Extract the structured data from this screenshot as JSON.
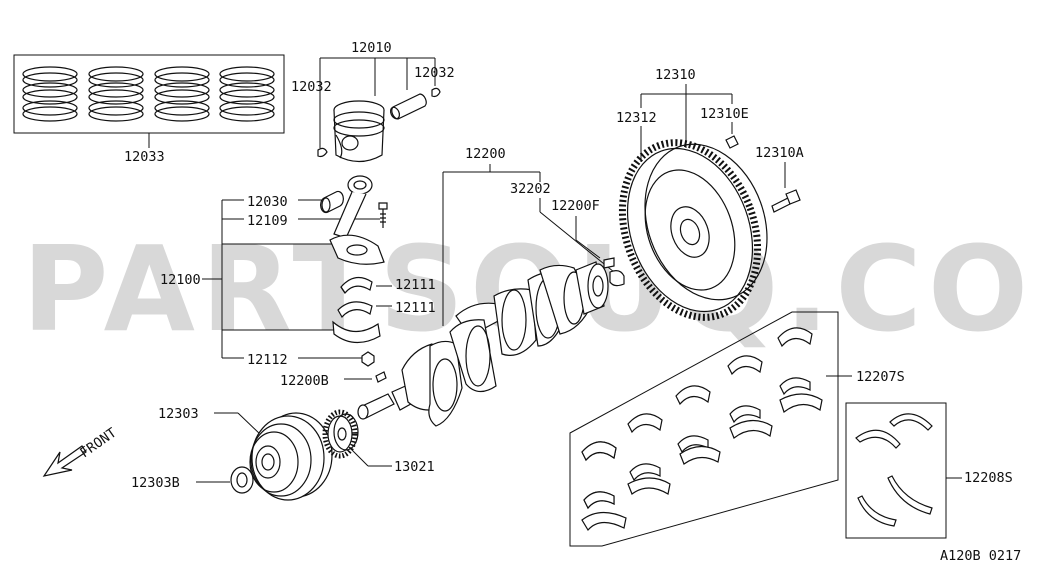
{
  "watermark": "PARTSOUQ.COM",
  "diagram_code": "A120B 0217",
  "front_label": "FRONT",
  "parts": {
    "p12010": "12010",
    "p12032_left": "12032",
    "p12032_right": "12032",
    "p12033": "12033",
    "p12030": "12030",
    "p12109": "12109",
    "p12100": "12100",
    "p12111_upper": "12111",
    "p12111_lower": "12111",
    "p12112": "12112",
    "p12200B": "12200B",
    "p12200": "12200",
    "p32202": "32202",
    "p12200F": "12200F",
    "p12310": "12310",
    "p12312": "12312",
    "p12310E": "12310E",
    "p12310A": "12310A",
    "p12207S": "12207S",
    "p12208S": "12208S",
    "p12303": "12303",
    "p12303B": "12303B",
    "p13021": "13021"
  }
}
